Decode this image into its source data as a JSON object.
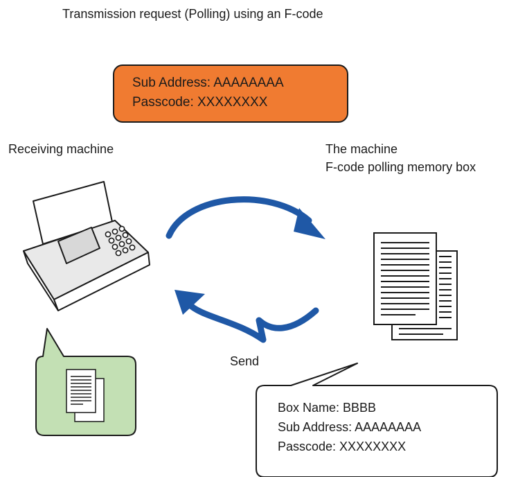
{
  "title": "Transmission request (Polling) using an F-code",
  "request_box": {
    "sub_address": "Sub Address: AAAAAAAA",
    "passcode": "Passcode: XXXXXXXX"
  },
  "receiving_machine_label": "Receiving machine",
  "the_machine": {
    "line1": "The machine",
    "line2": "F-code polling memory box"
  },
  "send_label": "Send",
  "box_info": {
    "box_name": "Box Name: BBBB",
    "sub_address": "Sub Address: AAAAAAAA",
    "passcode": "Passcode: XXXXXXXX"
  },
  "colors": {
    "orange": "#f07b31",
    "green": "#c3e0b4",
    "arrow_blue": "#1f58a6"
  },
  "icons": [
    "fax-machine-icon",
    "document-stack-icon",
    "arrow-icon"
  ]
}
